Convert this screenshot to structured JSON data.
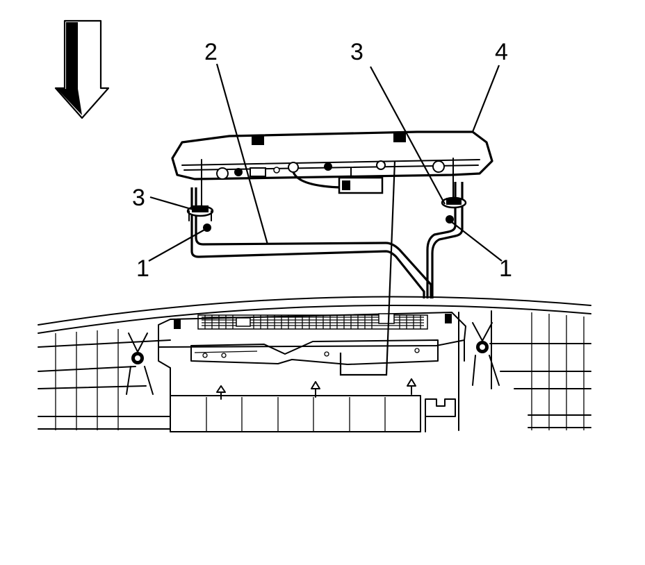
{
  "callouts": {
    "c1_left": "1",
    "c1_right": "1",
    "c2": "2",
    "c3_left": "3",
    "c3_right": "3",
    "c4": "4"
  },
  "colors": {
    "ink": "#000000",
    "paper": "#ffffff"
  },
  "icons": {
    "direction_arrow": "arrow-down-icon"
  }
}
